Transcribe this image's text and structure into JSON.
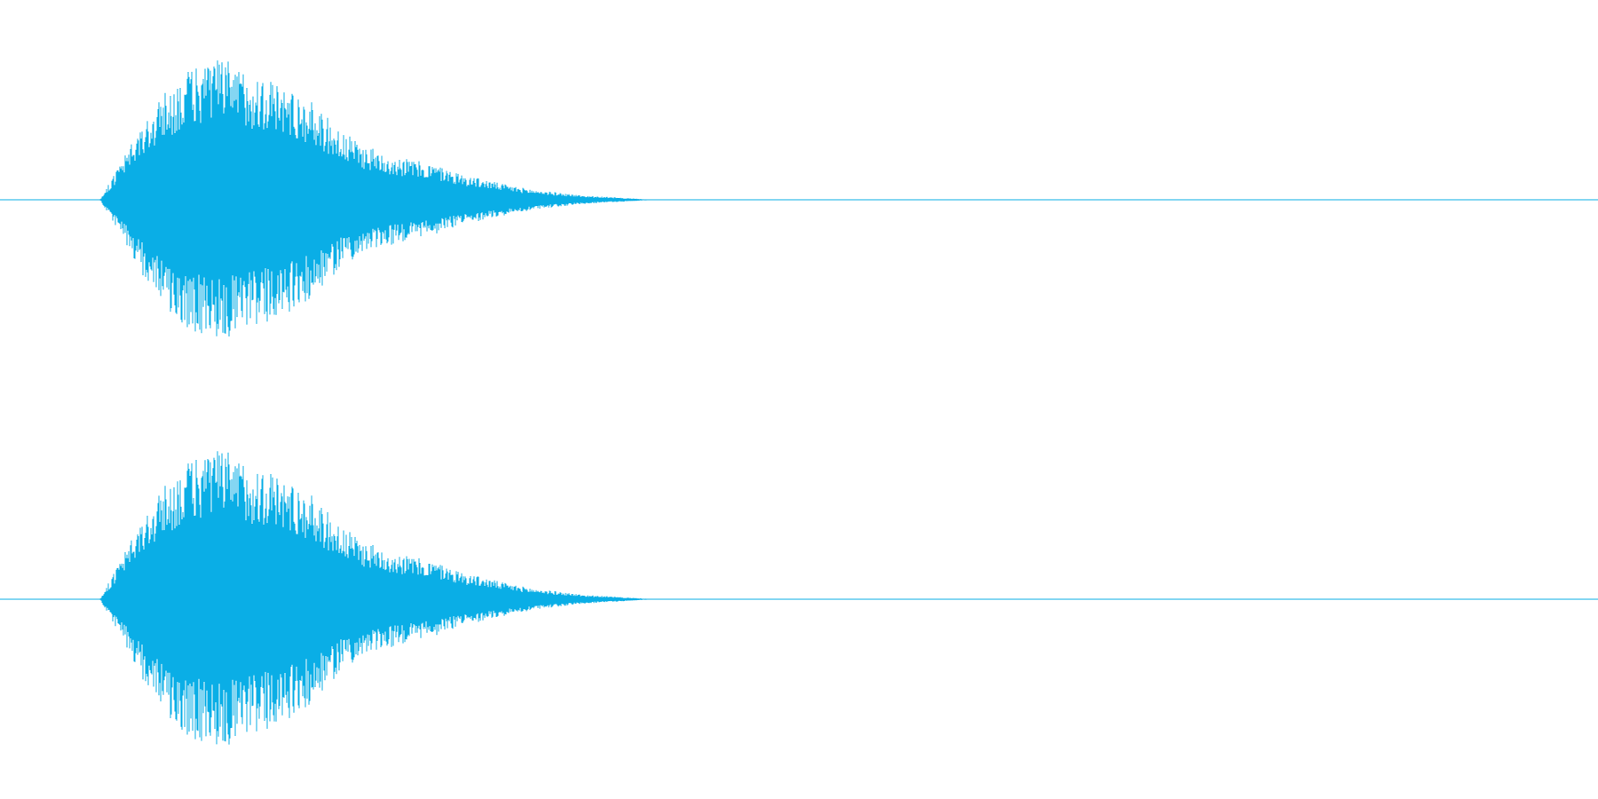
{
  "waveform": {
    "color": "#0aaee6",
    "channel_count": 2,
    "channels": [
      {
        "id": "channel-1",
        "envelope": [
          0.0,
          0.3,
          0.6,
          0.82,
          0.95,
          1.0,
          0.92,
          0.86,
          0.78,
          0.66,
          0.48,
          0.38,
          0.32,
          0.28,
          0.24,
          0.18,
          0.14,
          0.1,
          0.07,
          0.05,
          0.03,
          0.02,
          0.01,
          0.0
        ],
        "onset_fraction": 0.0625,
        "decay_end_fraction": 0.41
      },
      {
        "id": "channel-2",
        "envelope": [
          0.0,
          0.3,
          0.6,
          0.82,
          0.95,
          1.0,
          0.92,
          0.86,
          0.78,
          0.66,
          0.48,
          0.38,
          0.32,
          0.28,
          0.24,
          0.18,
          0.14,
          0.1,
          0.07,
          0.05,
          0.03,
          0.02,
          0.01,
          0.0
        ],
        "onset_fraction": 0.0625,
        "decay_end_fraction": 0.41
      }
    ]
  }
}
